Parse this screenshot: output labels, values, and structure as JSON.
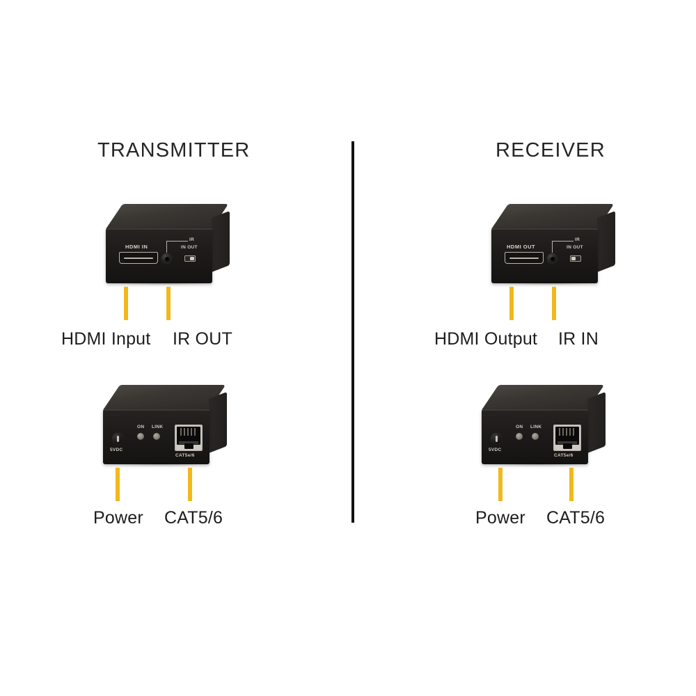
{
  "page": {
    "background": "#ffffff",
    "accent_yellow": "#f2b81c",
    "divider_color": "#111111",
    "text_color": "#1d1d1d"
  },
  "sections": {
    "transmitter": {
      "title": "TRANSMITTER",
      "front_device": {
        "name": "transmitter-front-panel",
        "silkscreen": {
          "hdmi_port_label": "HDMI IN",
          "ir_label": "IR",
          "ir_modes_label": "IN OUT",
          "switch_position": "right"
        },
        "callouts": [
          {
            "label": "HDMI Input",
            "target": "hdmi-port"
          },
          {
            "label": "IR OUT",
            "target": "ir-jack"
          }
        ]
      },
      "back_device": {
        "name": "transmitter-back-panel",
        "silkscreen": {
          "power_label": "5VDC",
          "led_on_label": "ON",
          "led_link_label": "LINK",
          "ethernet_label": "CAT5e/6"
        },
        "callouts": [
          {
            "label": "Power",
            "target": "dc-jack"
          },
          {
            "label": "CAT5/6",
            "target": "rj45-port"
          }
        ]
      }
    },
    "receiver": {
      "title": "RECEIVER",
      "front_device": {
        "name": "receiver-front-panel",
        "silkscreen": {
          "hdmi_port_label": "HDMI OUT",
          "ir_label": "IR",
          "ir_modes_label": "IN OUT",
          "switch_position": "left"
        },
        "callouts": [
          {
            "label": "HDMI Output",
            "target": "hdmi-port"
          },
          {
            "label": "IR IN",
            "target": "ir-jack"
          }
        ]
      },
      "back_device": {
        "name": "receiver-back-panel",
        "silkscreen": {
          "power_label": "5VDC",
          "led_on_label": "ON",
          "led_link_label": "LINK",
          "ethernet_label": "CAT5e/6"
        },
        "callouts": [
          {
            "label": "Power",
            "target": "dc-jack"
          },
          {
            "label": "CAT5/6",
            "target": "rj45-port"
          }
        ]
      }
    }
  }
}
